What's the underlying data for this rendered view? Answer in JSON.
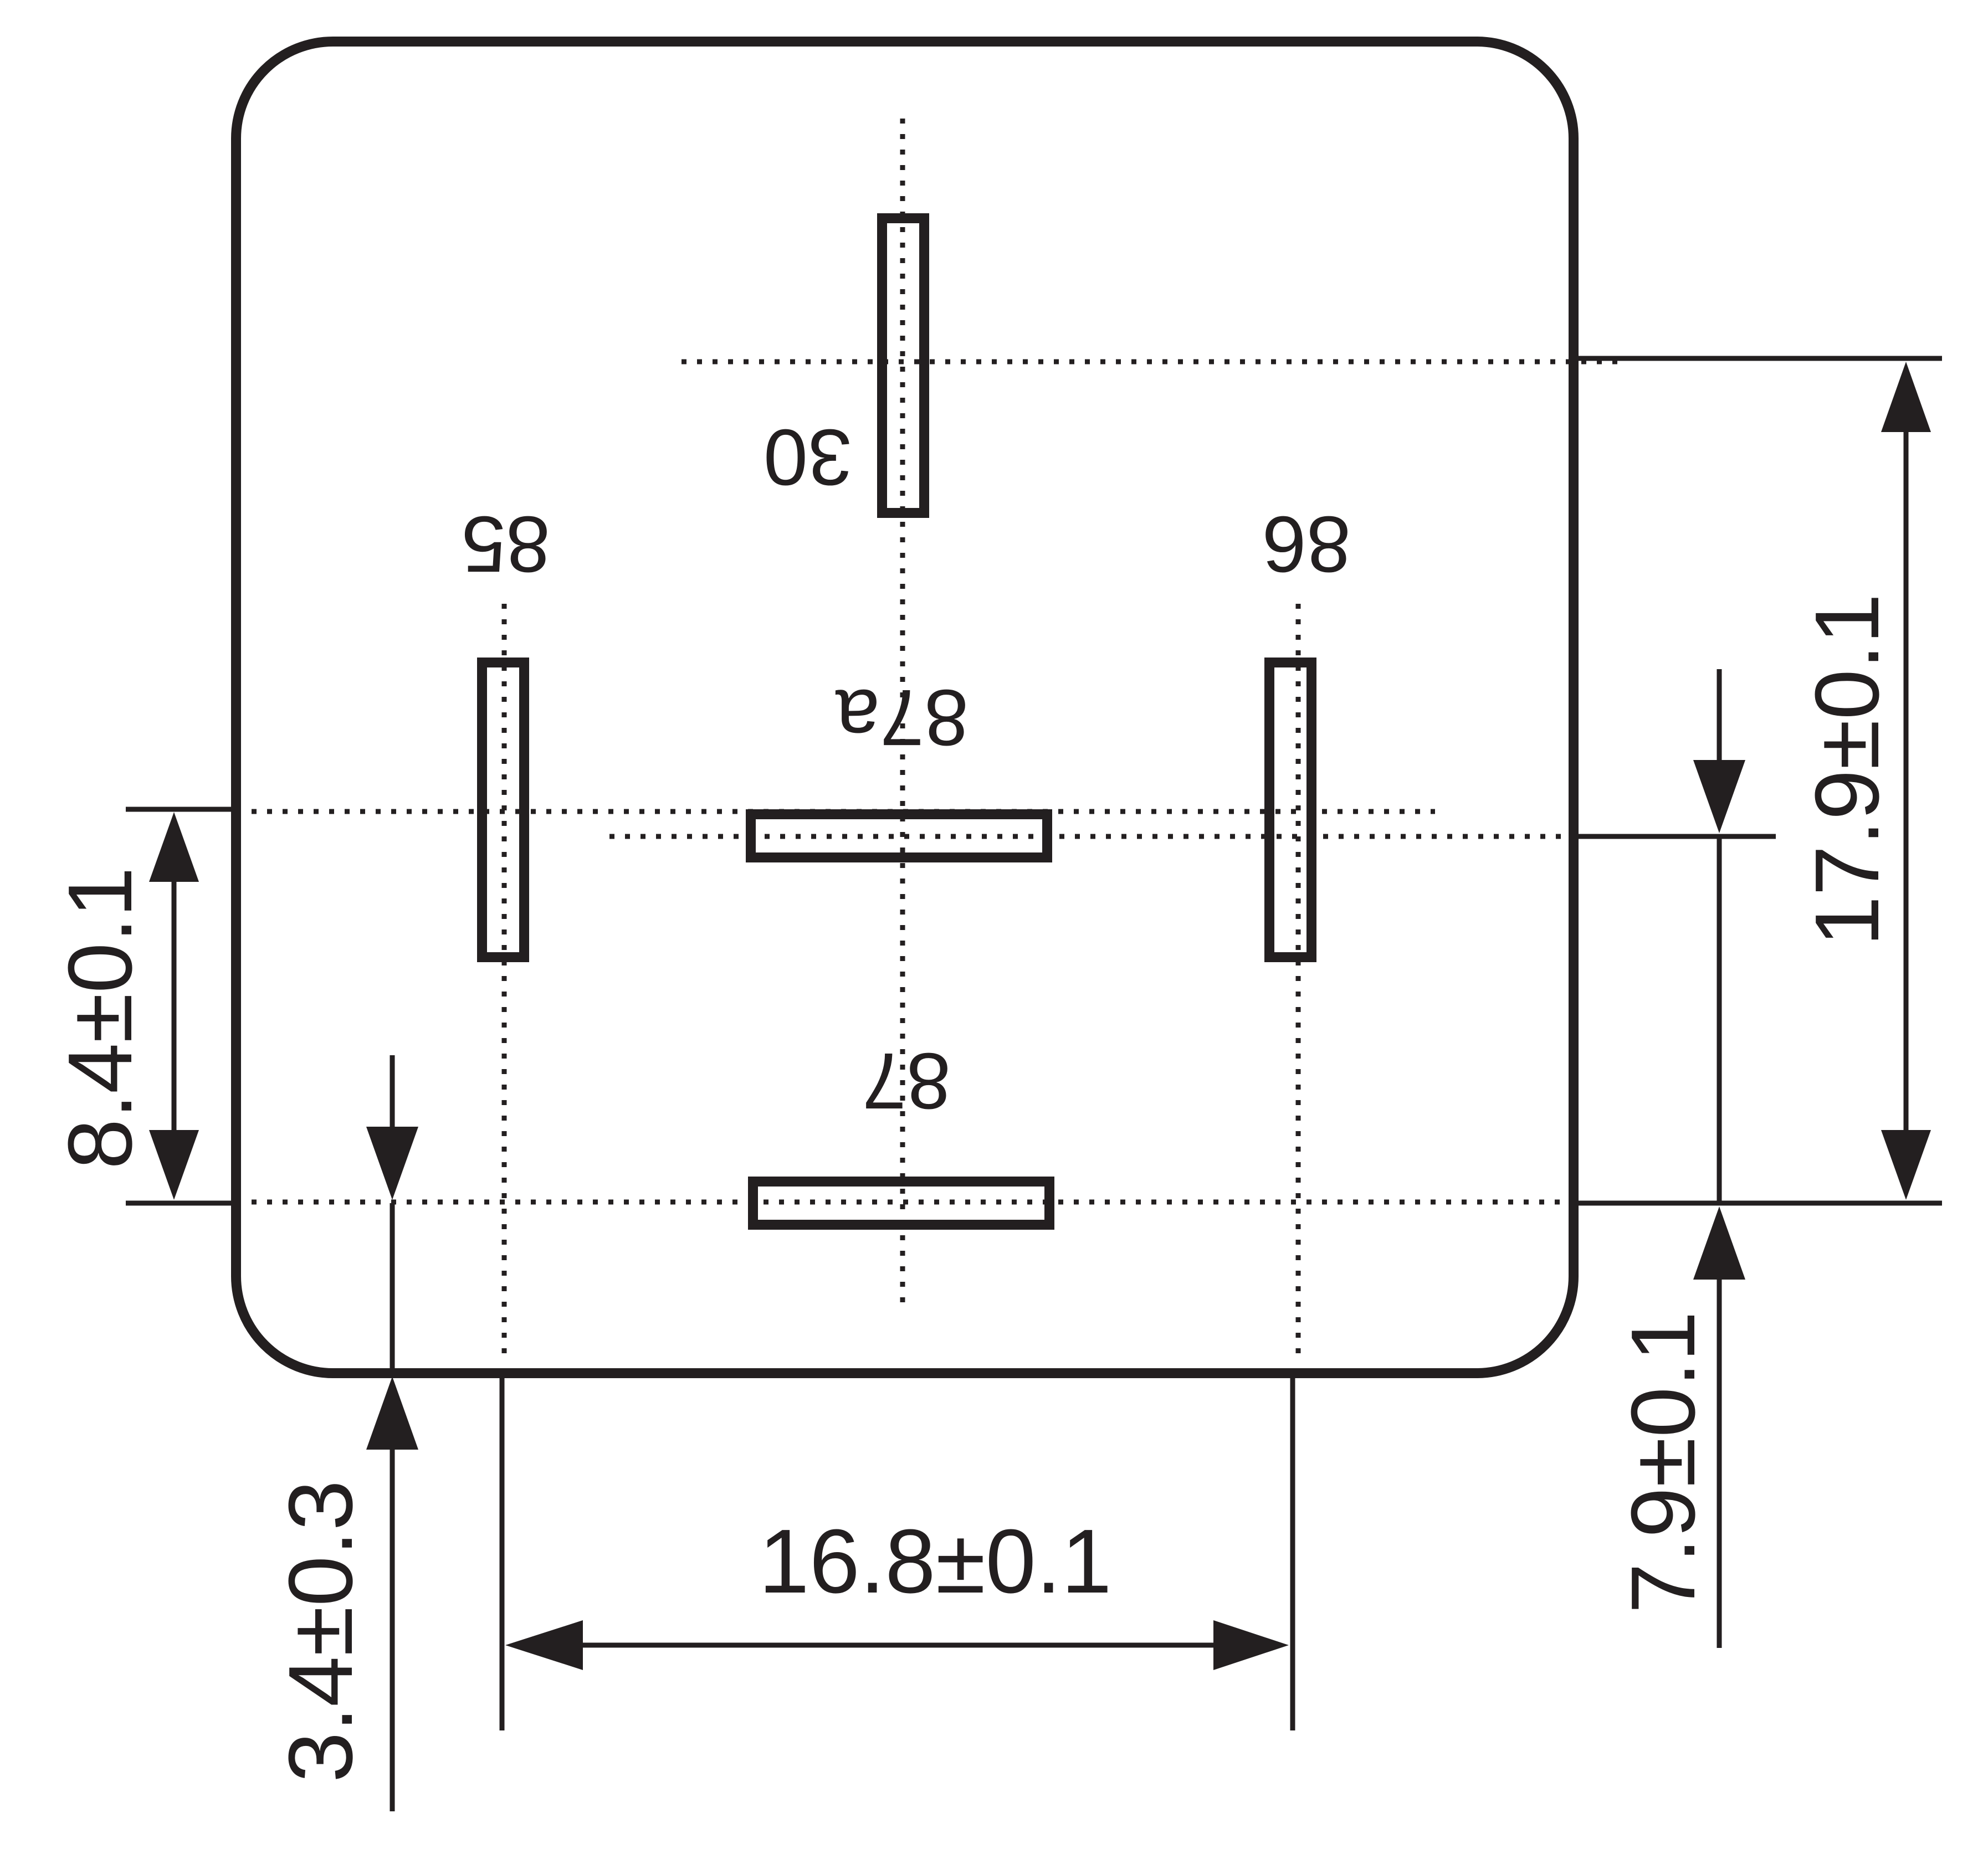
{
  "diagram": {
    "pins": {
      "p30": "30",
      "p85": "85",
      "p86": "86",
      "p87a": "87a",
      "p87": "87"
    },
    "dimensions": {
      "pin_86_to_87_vertical": "17.9±0.1",
      "pin_85_to_87_vertical": "8.4±0.1",
      "pin_87_to_base": "3.4±0.3",
      "pin_87_to_87a": "7.9±0.1",
      "pin_85_to_86_horizontal": "16.8±0.1"
    },
    "colors": {
      "line": "#231f20",
      "background": "#ffffff"
    }
  }
}
